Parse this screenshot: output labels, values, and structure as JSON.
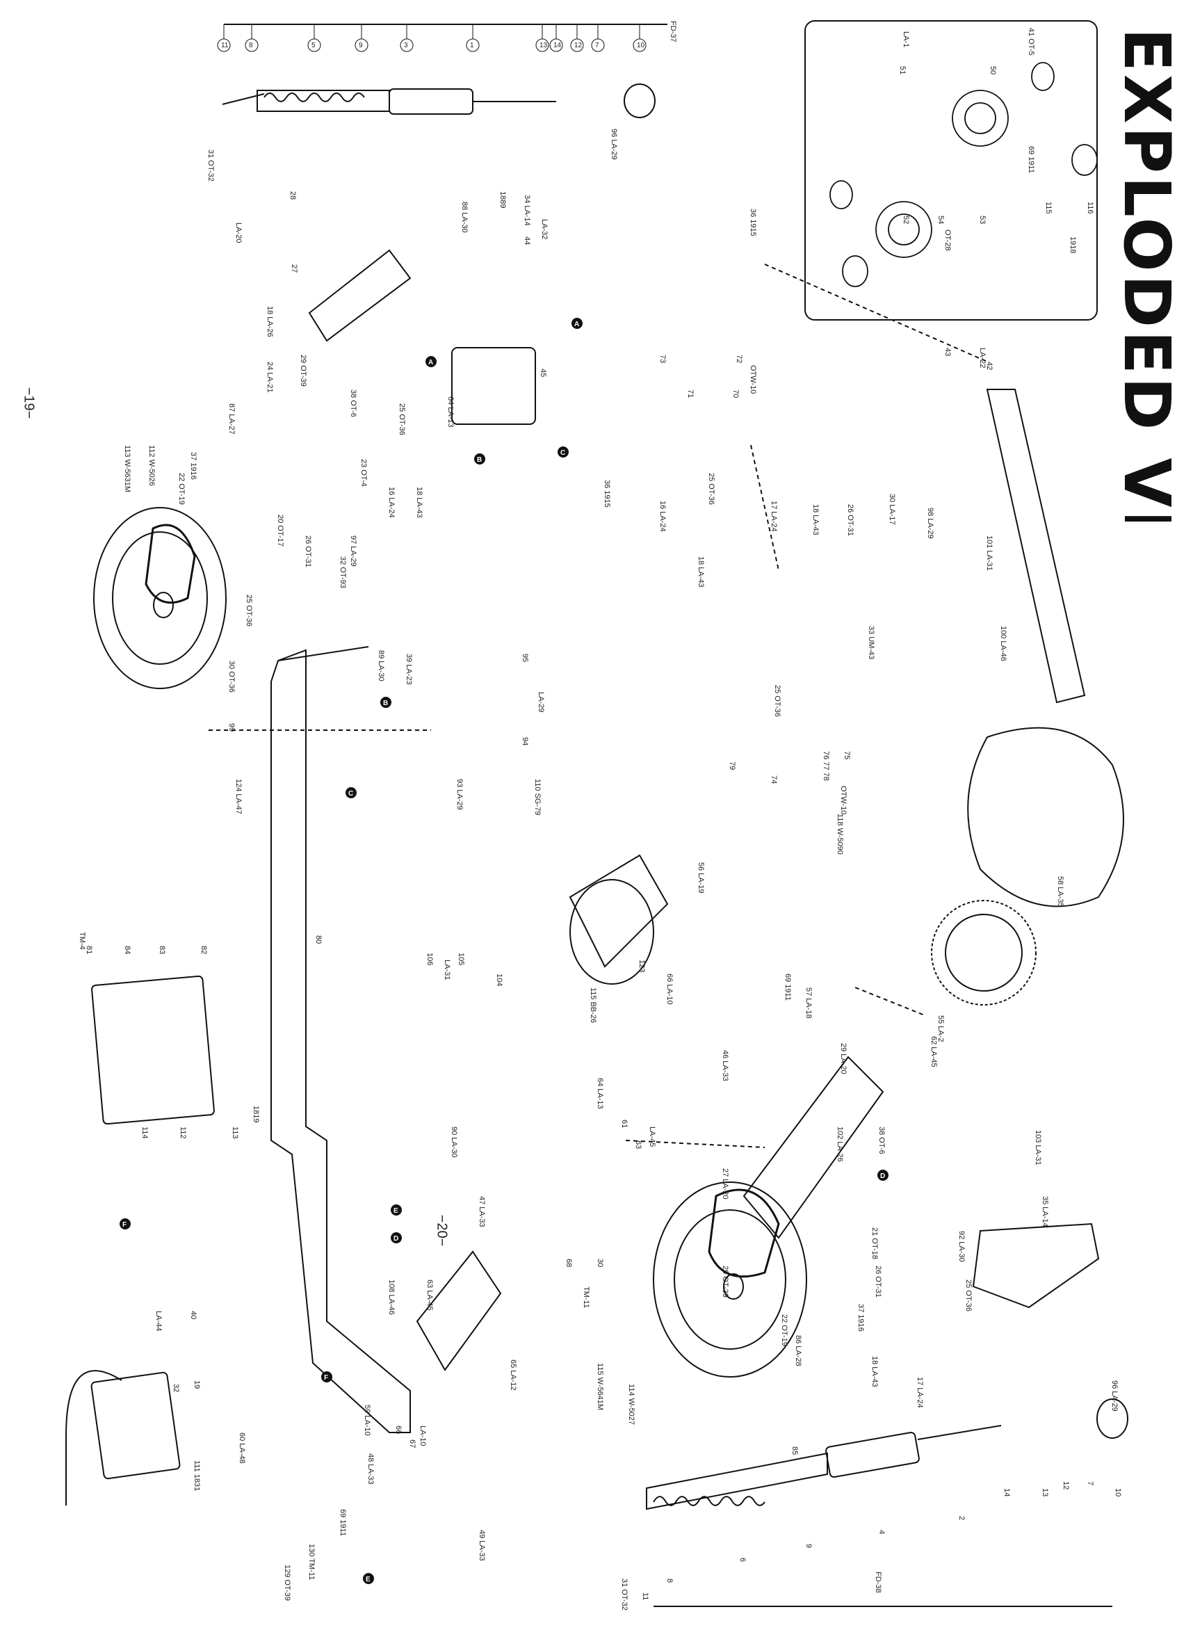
{
  "title": "EXPLODED VIEW",
  "page_numbers": {
    "left": "−19−",
    "right": "−20−"
  },
  "callouts_front_shock": [
    {
      "n": "11",
      "code": ""
    },
    {
      "n": "8",
      "code": ""
    },
    {
      "n": "5",
      "code": ""
    },
    {
      "n": "9",
      "code": ""
    },
    {
      "n": "3",
      "code": ""
    },
    {
      "n": "1",
      "code": ""
    },
    {
      "n": "13",
      "code": ""
    },
    {
      "n": "14",
      "code": ""
    },
    {
      "n": "12",
      "code": ""
    },
    {
      "n": "7",
      "code": ""
    },
    {
      "n": "10",
      "code": ""
    }
  ],
  "shock_front_code": "FD-37",
  "shock_rear_code": "FD-38",
  "labels": [
    {
      "id": "l1",
      "text": "96 LA-29"
    },
    {
      "id": "l2",
      "text": "31 OT-32"
    },
    {
      "id": "l3",
      "text": "28"
    },
    {
      "id": "l4",
      "text": "LA-20"
    },
    {
      "id": "l5",
      "text": "27"
    },
    {
      "id": "l6",
      "text": "18 LA-26"
    },
    {
      "id": "l7",
      "text": "29 OT-39"
    },
    {
      "id": "l8",
      "text": "24 LA-21"
    },
    {
      "id": "l9",
      "text": "38 OT-6"
    },
    {
      "id": "l10",
      "text": "87 LA-27"
    },
    {
      "id": "l11",
      "text": "25 OT-36"
    },
    {
      "id": "l12",
      "text": "23 OT-4"
    },
    {
      "id": "l13",
      "text": "16 LA-24"
    },
    {
      "id": "l14",
      "text": "18 LA-43"
    },
    {
      "id": "l15",
      "text": "64 LA-13"
    },
    {
      "id": "l16",
      "text": "88 LA-30"
    },
    {
      "id": "l17",
      "text": "LA-32"
    },
    {
      "id": "l18",
      "text": "44"
    },
    {
      "id": "l19",
      "text": "45"
    },
    {
      "id": "l20",
      "text": "34 LA-14"
    },
    {
      "id": "l21",
      "text": "1889"
    },
    {
      "id": "l22",
      "text": "36 1915"
    },
    {
      "id": "l23",
      "text": "73"
    },
    {
      "id": "l24",
      "text": "72"
    },
    {
      "id": "l25",
      "text": "OTW-10"
    },
    {
      "id": "l26",
      "text": "71"
    },
    {
      "id": "l27",
      "text": "70"
    },
    {
      "id": "l28",
      "text": "36 1915"
    },
    {
      "id": "l29",
      "text": "25 OT-36"
    },
    {
      "id": "l30",
      "text": "16 LA-24"
    },
    {
      "id": "l31",
      "text": "18 LA-43"
    },
    {
      "id": "l32",
      "text": "17 LA-24"
    },
    {
      "id": "l33",
      "text": "18 LA-43"
    },
    {
      "id": "l34",
      "text": "26 OT-31"
    },
    {
      "id": "l35",
      "text": "30 LA-17"
    },
    {
      "id": "l36",
      "text": "98 LA-29"
    },
    {
      "id": "l37",
      "text": "101 LA-31"
    },
    {
      "id": "l38",
      "text": "LA-22"
    },
    {
      "id": "l39",
      "text": "43"
    },
    {
      "id": "l40",
      "text": "42"
    },
    {
      "id": "l41",
      "text": "100 LA-46"
    },
    {
      "id": "l42",
      "text": "LA-1"
    },
    {
      "id": "l43",
      "text": "41 OT-5"
    },
    {
      "id": "l44",
      "text": "51"
    },
    {
      "id": "l45",
      "text": "50"
    },
    {
      "id": "l46",
      "text": "69 1911"
    },
    {
      "id": "l47",
      "text": "52"
    },
    {
      "id": "l48",
      "text": "54"
    },
    {
      "id": "l49",
      "text": "53"
    },
    {
      "id": "l50",
      "text": "OT-28"
    },
    {
      "id": "l51",
      "text": "115"
    },
    {
      "id": "l52",
      "text": "116"
    },
    {
      "id": "l53",
      "text": "1918"
    },
    {
      "id": "l54",
      "text": "37 1916"
    },
    {
      "id": "l55",
      "text": "22 OT-19"
    },
    {
      "id": "l56",
      "text": "112 W-5026"
    },
    {
      "id": "l57",
      "text": "113 W-5631M"
    },
    {
      "id": "l58",
      "text": "20 OT-17"
    },
    {
      "id": "l59",
      "text": "26 OT-31"
    },
    {
      "id": "l60",
      "text": "97 LA-29"
    },
    {
      "id": "l61",
      "text": "32 OT-93"
    },
    {
      "id": "l62",
      "text": "25 OT-36"
    },
    {
      "id": "l63",
      "text": "30 OT-36"
    },
    {
      "id": "l64",
      "text": "39 LA-23"
    },
    {
      "id": "l65",
      "text": "89 LA-30"
    },
    {
      "id": "l66",
      "text": "95"
    },
    {
      "id": "l67",
      "text": "94"
    },
    {
      "id": "l68",
      "text": "LA-29"
    },
    {
      "id": "l69",
      "text": "99"
    },
    {
      "id": "l70",
      "text": "124 LA-47"
    },
    {
      "id": "l71",
      "text": "93 LA-29"
    },
    {
      "id": "l72",
      "text": "110 SG-79"
    },
    {
      "id": "l73",
      "text": "33 UM-43"
    },
    {
      "id": "l74",
      "text": "25 OT-36"
    },
    {
      "id": "l75",
      "text": "76 77 78"
    },
    {
      "id": "l76",
      "text": "75"
    },
    {
      "id": "l77",
      "text": "74"
    },
    {
      "id": "l78",
      "text": "79"
    },
    {
      "id": "l79",
      "text": "OTW-10"
    },
    {
      "id": "l80",
      "text": "118 W-5090"
    },
    {
      "id": "l81",
      "text": "56 LA-19"
    },
    {
      "id": "l82",
      "text": "58 LA-35"
    },
    {
      "id": "l83",
      "text": "123"
    },
    {
      "id": "l84",
      "text": "66 LA-10"
    },
    {
      "id": "l85",
      "text": "69 1911"
    },
    {
      "id": "l86",
      "text": "57 LA-18"
    },
    {
      "id": "l87",
      "text": "55 LA-2"
    },
    {
      "id": "l88",
      "text": "62 LA-45"
    },
    {
      "id": "l89",
      "text": "29 LA-20"
    },
    {
      "id": "l90",
      "text": "46 LA-33"
    },
    {
      "id": "l91",
      "text": "TM-4"
    },
    {
      "id": "l92",
      "text": "81"
    },
    {
      "id": "l93",
      "text": "84"
    },
    {
      "id": "l94",
      "text": "83"
    },
    {
      "id": "l95",
      "text": "82"
    },
    {
      "id": "l96",
      "text": "80"
    },
    {
      "id": "l97",
      "text": "106"
    },
    {
      "id": "l98",
      "text": "105"
    },
    {
      "id": "l99",
      "text": "LA-31"
    },
    {
      "id": "l100",
      "text": "104"
    },
    {
      "id": "l101",
      "text": "115 BB-26"
    },
    {
      "id": "l102",
      "text": "64 LA-13"
    },
    {
      "id": "l103",
      "text": "61"
    },
    {
      "id": "l104",
      "text": "63"
    },
    {
      "id": "l105",
      "text": "LA-45"
    },
    {
      "id": "l106",
      "text": "27 LA-20"
    },
    {
      "id": "l107",
      "text": "102 LA-26"
    },
    {
      "id": "l108",
      "text": "38 OT-6"
    },
    {
      "id": "l109",
      "text": "103 LA-31"
    },
    {
      "id": "l110",
      "text": "90 LA-30"
    },
    {
      "id": "l111",
      "text": "114"
    },
    {
      "id": "l112",
      "text": "112"
    },
    {
      "id": "l113",
      "text": "113"
    },
    {
      "id": "l114",
      "text": "1819"
    },
    {
      "id": "l115",
      "text": "47 LA-33"
    },
    {
      "id": "l116",
      "text": "68"
    },
    {
      "id": "l117",
      "text": "30"
    },
    {
      "id": "l118",
      "text": "TM-11"
    },
    {
      "id": "l119",
      "text": "21 OT-18"
    },
    {
      "id": "l120",
      "text": "92 LA-30"
    },
    {
      "id": "l121",
      "text": "26 OT-31"
    },
    {
      "id": "l122",
      "text": "35 LA-14"
    },
    {
      "id": "l123",
      "text": "25 OT-36"
    },
    {
      "id": "l124",
      "text": "29 OT-39"
    },
    {
      "id": "l125",
      "text": "37 1916"
    },
    {
      "id": "l126",
      "text": "22 OT-19"
    },
    {
      "id": "l127",
      "text": "86 LA-28"
    },
    {
      "id": "l128",
      "text": "18 LA-43"
    },
    {
      "id": "l129",
      "text": "17 LA-24"
    },
    {
      "id": "l130",
      "text": "85"
    },
    {
      "id": "l131",
      "text": "115 W-5641M"
    },
    {
      "id": "l132",
      "text": "114 W-5027"
    },
    {
      "id": "l133",
      "text": "108 LA-46"
    },
    {
      "id": "l134",
      "text": "63 LA-45"
    },
    {
      "id": "l135",
      "text": "65 LA-12"
    },
    {
      "id": "l136",
      "text": "59 LA-10"
    },
    {
      "id": "l137",
      "text": "66"
    },
    {
      "id": "l138",
      "text": "67"
    },
    {
      "id": "l139",
      "text": "LA-10"
    },
    {
      "id": "l140",
      "text": "48 LA-33"
    },
    {
      "id": "l141",
      "text": "49 LA-33"
    },
    {
      "id": "l142",
      "text": "69 1911"
    },
    {
      "id": "l143",
      "text": "130 TM-11"
    },
    {
      "id": "l144",
      "text": "129 OT-39"
    },
    {
      "id": "l145",
      "text": "60 LA-48"
    },
    {
      "id": "l146",
      "text": "LA-44"
    },
    {
      "id": "l147",
      "text": "40"
    },
    {
      "id": "l148",
      "text": "19"
    },
    {
      "id": "l149",
      "text": "32"
    },
    {
      "id": "l150",
      "text": "111 1831"
    },
    {
      "id": "l151",
      "text": "96 LA-29"
    },
    {
      "id": "l152",
      "text": "10"
    },
    {
      "id": "l153",
      "text": "7"
    },
    {
      "id": "l154",
      "text": "12"
    },
    {
      "id": "l155",
      "text": "13"
    },
    {
      "id": "l156",
      "text": "14"
    },
    {
      "id": "l157",
      "text": "2"
    },
    {
      "id": "l158",
      "text": "4"
    },
    {
      "id": "l159",
      "text": "9"
    },
    {
      "id": "l160",
      "text": "6"
    },
    {
      "id": "l161",
      "text": "8"
    },
    {
      "id": "l162",
      "text": "11"
    },
    {
      "id": "l163",
      "text": "31 OT-32"
    }
  ],
  "markers": [
    "A",
    "A",
    "B",
    "B",
    "C",
    "C",
    "D",
    "D",
    "E",
    "E",
    "F",
    "F"
  ]
}
